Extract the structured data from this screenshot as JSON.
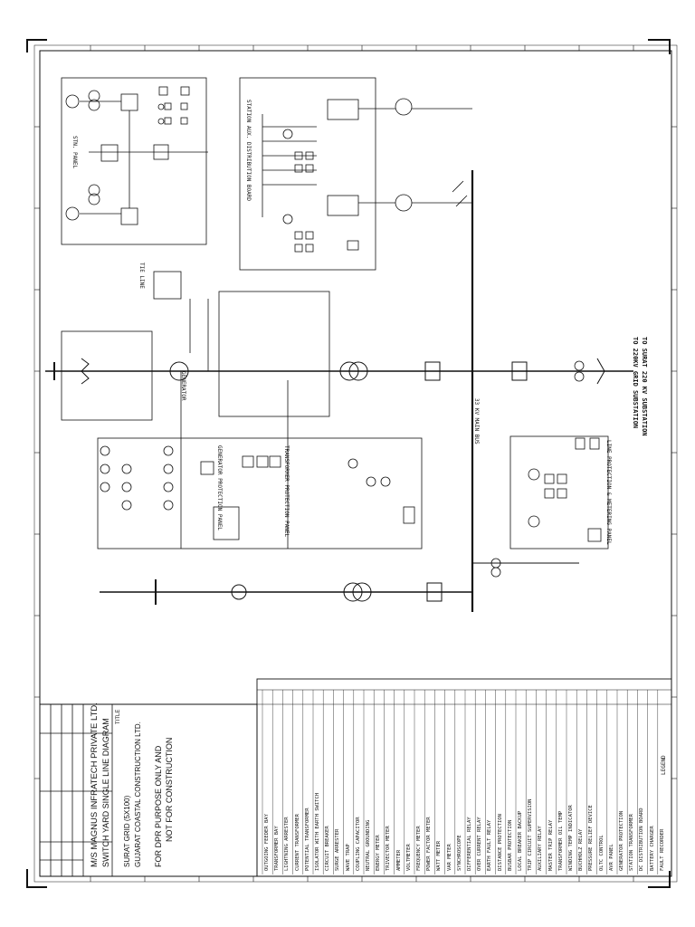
{
  "title_block": {
    "company": "M/S MAGNUS INFRATECH PRIVATE LTD.",
    "client": "GUJARAT COASTAL CONSTRUCTION LTD.",
    "plant": "SURAT GRID (5X100)",
    "drawing_title": "SWITCH YARD SINGLE LINE DIAGRAM",
    "note_line1": "FOR DPR PURPOSE ONLY AND",
    "note_line2": "NOT FOR CONSTRUCTION",
    "title_label": "TITLE"
  },
  "legend": {
    "header": "LEGEND",
    "rows": [
      "OUTGOING FEEDER BAY",
      "TRANSFORMER BAY",
      "LIGHTNING ARRESTER",
      "CURRENT TRANSFORMER",
      "POTENTIAL TRANSFORMER",
      "ISOLATOR WITH EARTH SWITCH",
      "CIRCUIT BREAKER",
      "SURGE ARRESTER",
      "WAVE TRAP",
      "COUPLING CAPACITOR",
      "NEUTRAL GROUNDING",
      "ENERGY METER",
      "TRIVECTOR METER",
      "AMMETER",
      "VOLTMETER",
      "FREQUENCY METER",
      "POWER FACTOR METER",
      "WATT METER",
      "VAR METER",
      "SYNCHROSCOPE",
      "DIFFERENTIAL RELAY",
      "OVER CURRENT RELAY",
      "EARTH FAULT RELAY",
      "DISTANCE PROTECTION",
      "BUSBAR PROTECTION",
      "LOCAL BREAKER BACKUP",
      "TRIP CIRCUIT SUPERVISION",
      "AUXILIARY RELAY",
      "MASTER TRIP RELAY",
      "TRANSFORMER OIL TEMP",
      "WINDING TEMP INDICATOR",
      "BUCHHOLZ RELAY",
      "PRESSURE RELIEF DEVICE",
      "OLTC CONTROL",
      "AVR PANEL",
      "GENERATOR PROTECTION",
      "STATION TRANSFORMER",
      "DC DISTRIBUTION BOARD",
      "BATTERY CHARGER",
      "FAULT RECORDER"
    ]
  },
  "labels": {
    "feeder_top": "TO SURAT 220 KV SUBSTATION",
    "feeder_bottom": "TO 220KV GRID SUBSTATION",
    "bus_main": "33 KV MAIN BUS",
    "panel1": "STATION AUX. DISTRIBUTION BOARD",
    "panel2": "GENERATOR PROTECTION PANEL",
    "panel3": "TRANSFORMER PROTECTION PANEL",
    "panel4": "LINE PROTECTION & METERING PANEL",
    "panel5": "STN. PANEL",
    "gen_label": "GENERATOR",
    "tie": "TIE LINE"
  }
}
